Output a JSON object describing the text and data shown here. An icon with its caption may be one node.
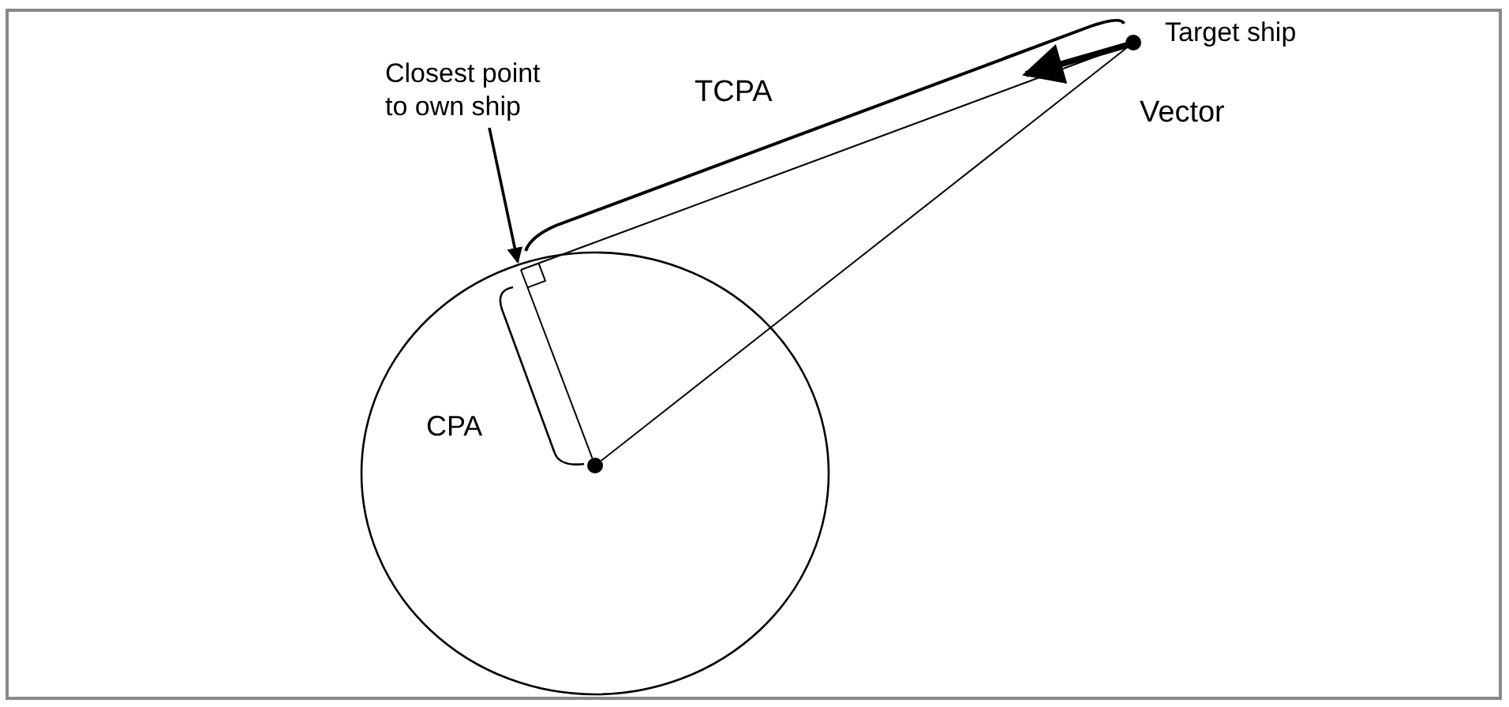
{
  "diagram": {
    "nodes": [
      {
        "text": [
          "Closest point to own ship"
        ]
      },
      {
        "text": [],
        "shape": "circle",
        "beside": [
          "Target ship"
        ]
      },
      {
        "text": [],
        "shape": "circle"
      },
      {
        "text": [],
        "shape": "box"
      }
    ],
    "edges": [
      {
        "from": 0,
        "to": 3,
        "arrow": "to"
      },
      {
        "from": 1,
        "to": 2,
        "arrow": "none"
      },
      {
        "from": 1,
        "to": 3,
        "arrow": "none"
      },
      {
        "from": 3,
        "to": 2,
        "arrow": "none"
      }
    ],
    "labels": [
      "TCPA",
      "Vector",
      "CPA"
    ]
  }
}
